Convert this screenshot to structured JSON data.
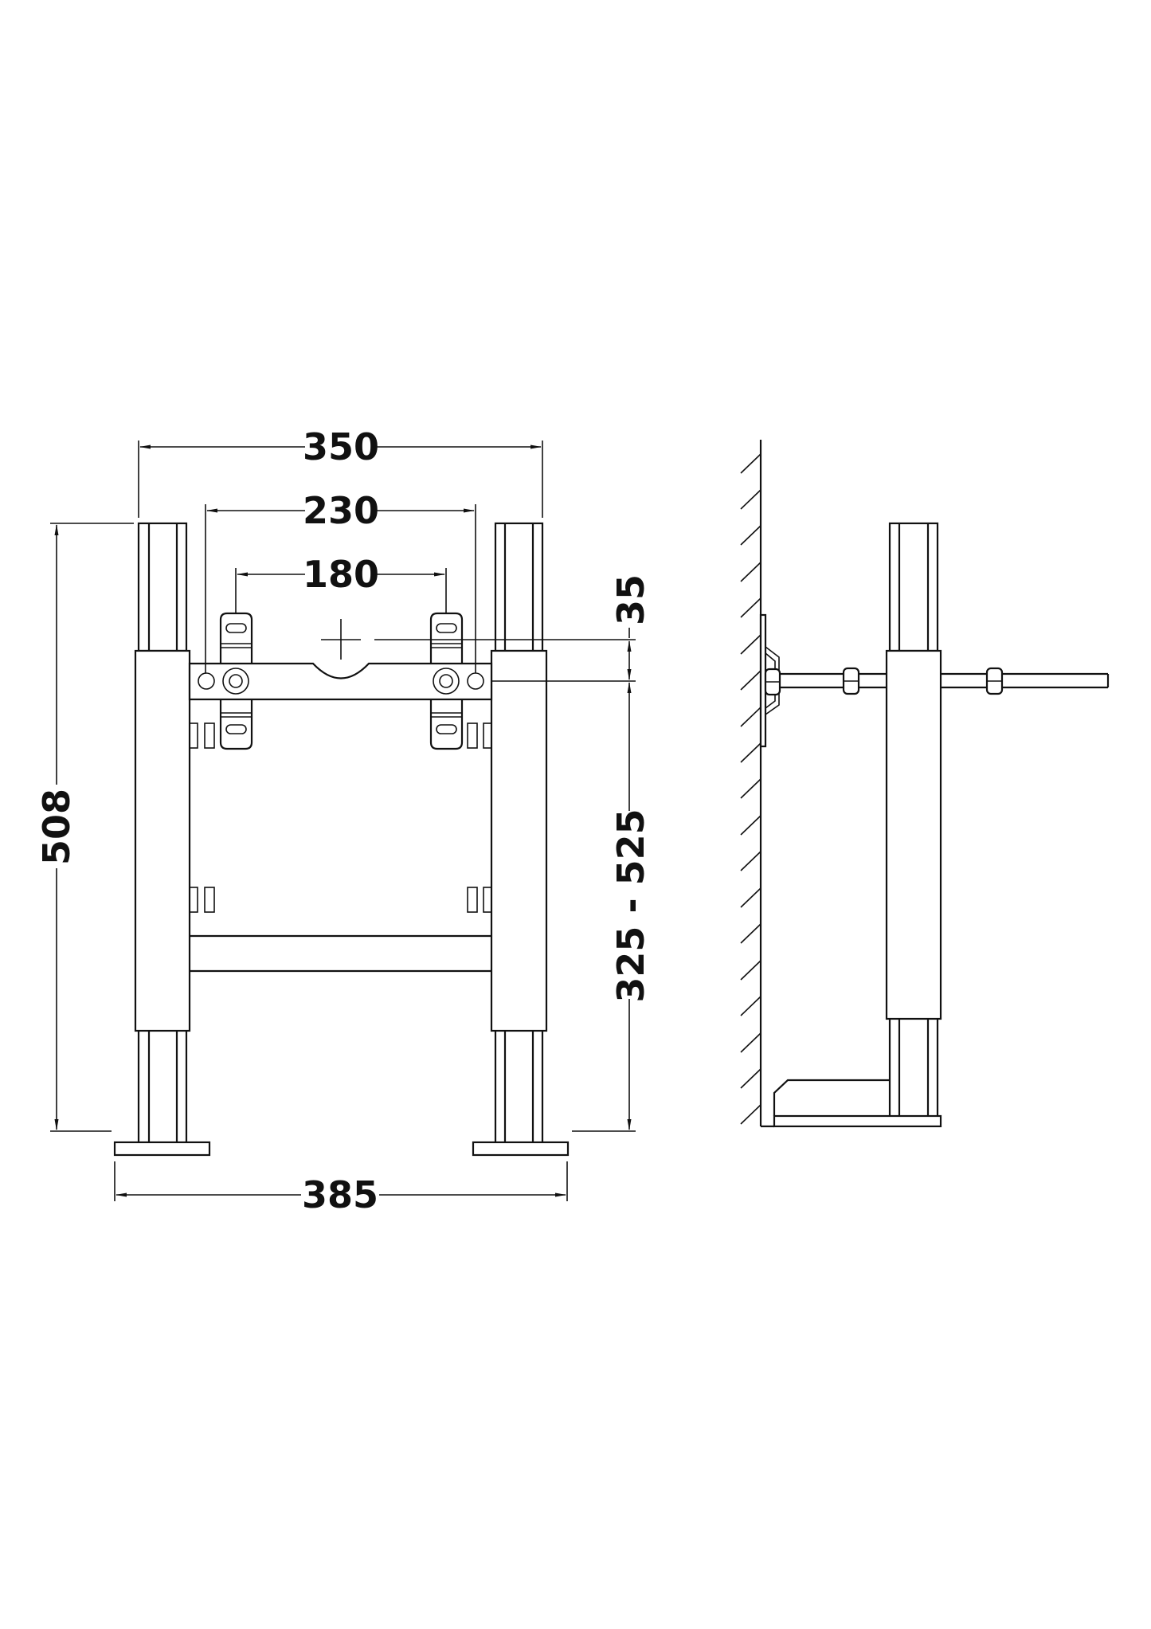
{
  "diagram": {
    "type": "technical-drawing",
    "subject": "basin/bath leg support frame",
    "units": "mm",
    "views": [
      {
        "name": "front-view"
      },
      {
        "name": "side-view"
      }
    ],
    "colors": {
      "line": "#111111",
      "background": "#ffffff"
    }
  },
  "dimensions": {
    "overall_width_top": "350",
    "fixing_centres_outer": "230",
    "fixing_centres_inner": "180",
    "waste_offset": "35",
    "overall_height": "508",
    "adjustable_height": "325 - 525",
    "overall_width_feet": "385"
  }
}
